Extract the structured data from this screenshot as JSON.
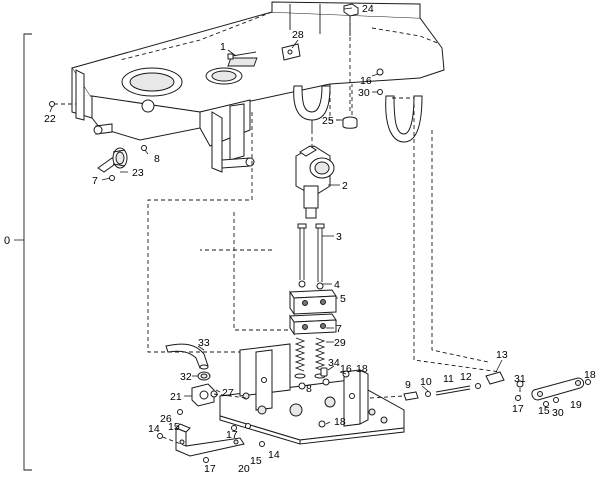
{
  "callouts": {
    "c0": "0",
    "c1": "1",
    "c2": "2",
    "c3": "3",
    "c4": "4",
    "c5": "5",
    "c7a": "7",
    "c7b": "7",
    "c8a": "8",
    "c8b": "8",
    "c9": "9",
    "c10": "10",
    "c11": "11",
    "c12": "12",
    "c13": "13",
    "c14a": "14",
    "c14b": "14",
    "c15a": "15",
    "c15b": "15",
    "c15c": "15",
    "c16a": "16",
    "c16b": "16",
    "c17a": "17",
    "c17b": "17",
    "c17c": "17",
    "c18a": "18",
    "c18b": "18",
    "c18c": "18",
    "c19": "19",
    "c20": "20",
    "c21": "21",
    "c22": "22",
    "c23": "23",
    "c24": "24",
    "c25": "25",
    "c26": "26",
    "c27": "27",
    "c28": "28",
    "c29": "29",
    "c30a": "30",
    "c30b": "30",
    "c31": "31",
    "c32": "32",
    "c33": "33",
    "c34": "34"
  }
}
